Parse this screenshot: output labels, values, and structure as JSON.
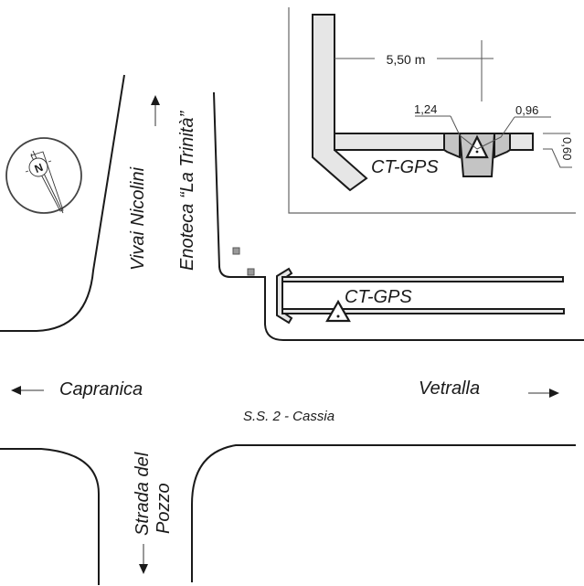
{
  "diagram": {
    "type": "site-location-sketch",
    "labels": {
      "vivai": "Vivai Nicolini",
      "enoteca": "Enoteca “La Trinità”",
      "capranica": "Capranica",
      "vetralla": "Vetralla",
      "cassia": "S.S. 2 - Cassia",
      "strada_line1": "Strada del",
      "strada_line2": "Pozzo",
      "station_main": "CT-GPS",
      "station_inset": "CT-GPS"
    },
    "compass": {
      "letter": "N",
      "icon": "north-arrow-compass"
    },
    "inset_dimensions": {
      "distance": "5,50 m",
      "left_offset": "1,24",
      "right_offset": "0,96",
      "wall_width": "0,60"
    },
    "directions": {
      "capranica": "left",
      "vetralla": "right",
      "enoteca": "up",
      "strada_del_pozzo": "down"
    },
    "colors": {
      "line": "#1a1a1a",
      "wall_fill": "#e6e6e6",
      "pit_fill": "#c4c4c4",
      "marker_square": "#9a9a9a"
    }
  }
}
